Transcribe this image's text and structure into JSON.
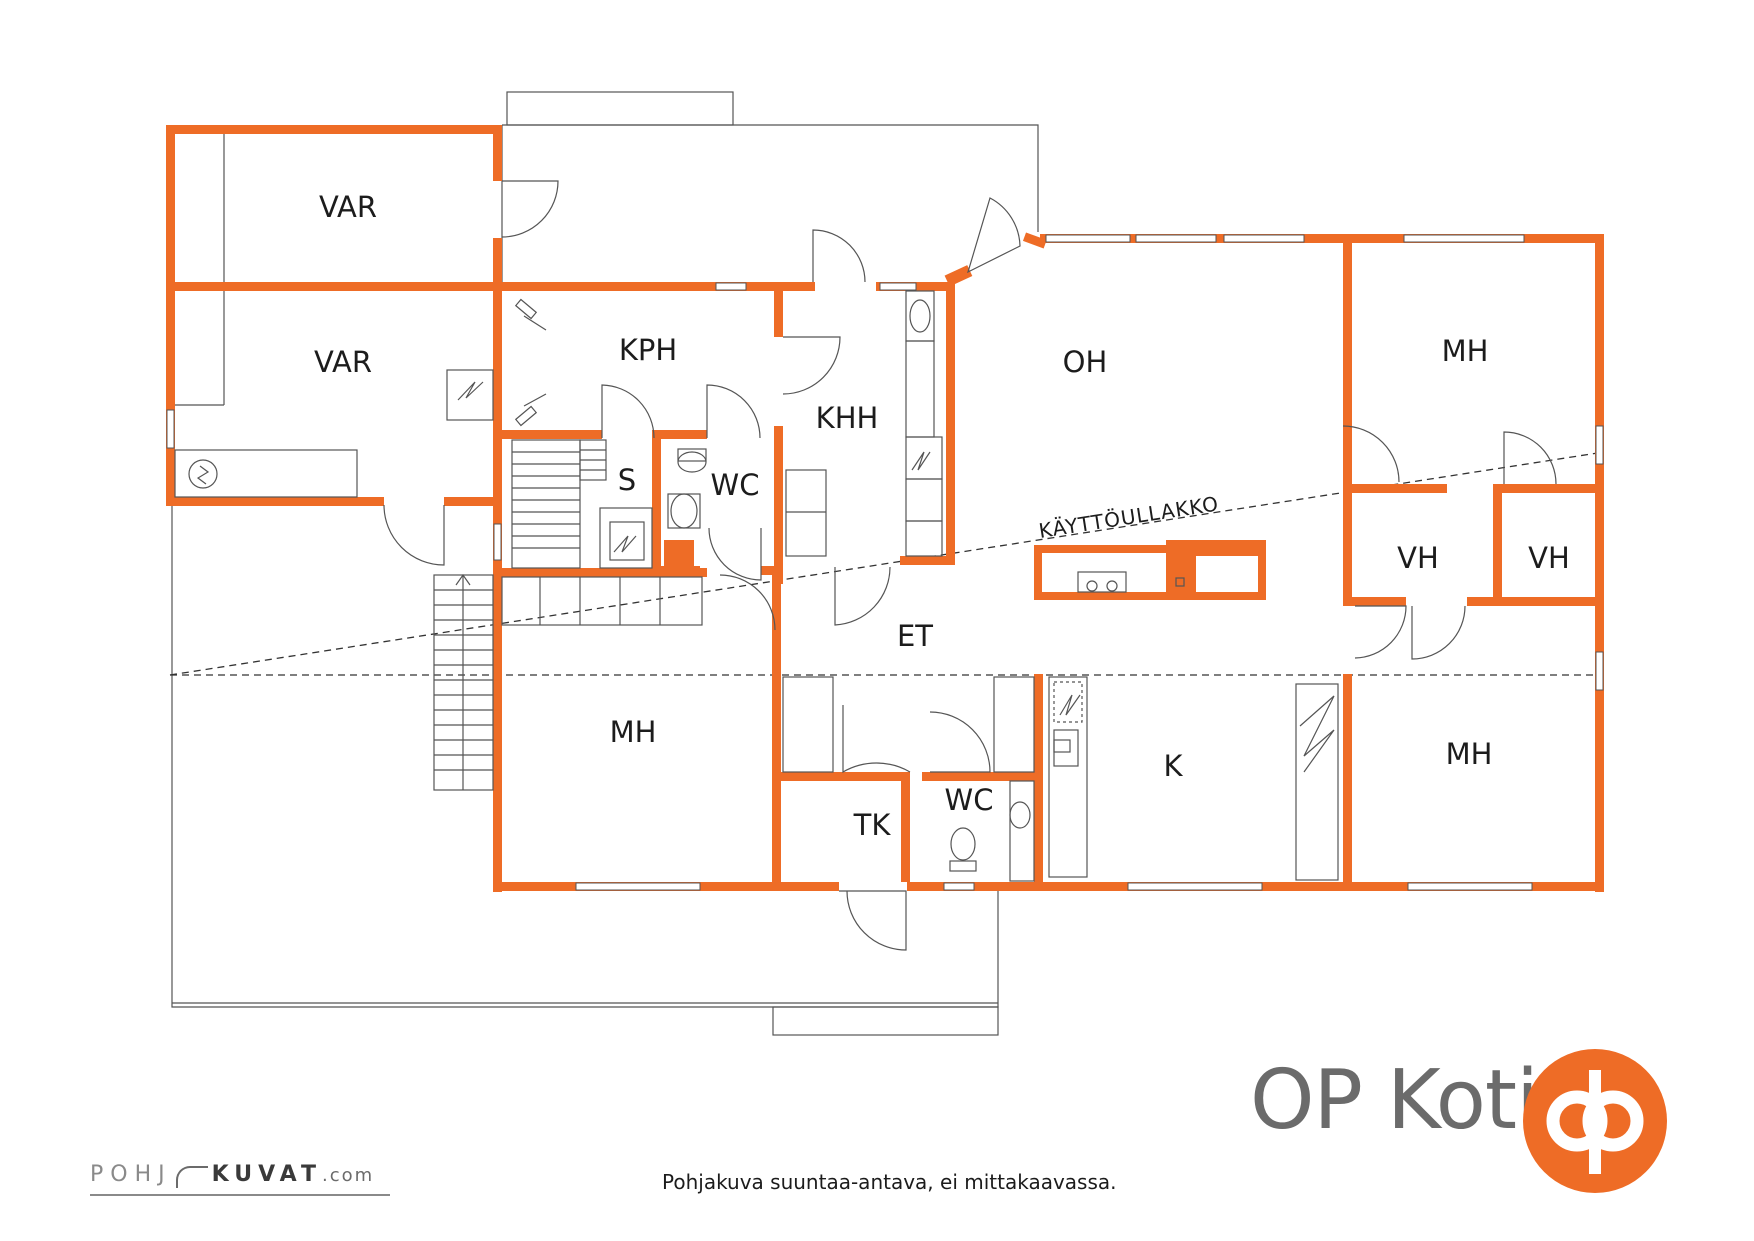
{
  "colors": {
    "wall": "#ee6c26",
    "line": "#555555",
    "text": "#1c1c1c",
    "brand": "#6b6b6b",
    "logo": "#ee6c26"
  },
  "rooms": {
    "var_top": "VAR",
    "var_mid": "VAR",
    "kph": "KPH",
    "s": "S",
    "wc_upper": "WC",
    "khh": "KHH",
    "oh": "OH",
    "mh_top_right": "MH",
    "vh_left": "VH",
    "vh_right": "VH",
    "et": "ET",
    "mh_left": "MH",
    "k": "K",
    "mh_bottom_right": "MH",
    "tk": "TK",
    "wc_lower": "WC"
  },
  "annotations": {
    "kayttoullakko": "KÄYTTÖULLAKKO"
  },
  "branding": {
    "name": "OP Koti",
    "logo_icon": "op-logo-icon"
  },
  "footer": {
    "note": "Pohjakuva suuntaa-antava, ei mittakaavassa.",
    "credit_a": "POHJ",
    "credit_b": "KUVAT",
    "credit_c": ".com"
  }
}
